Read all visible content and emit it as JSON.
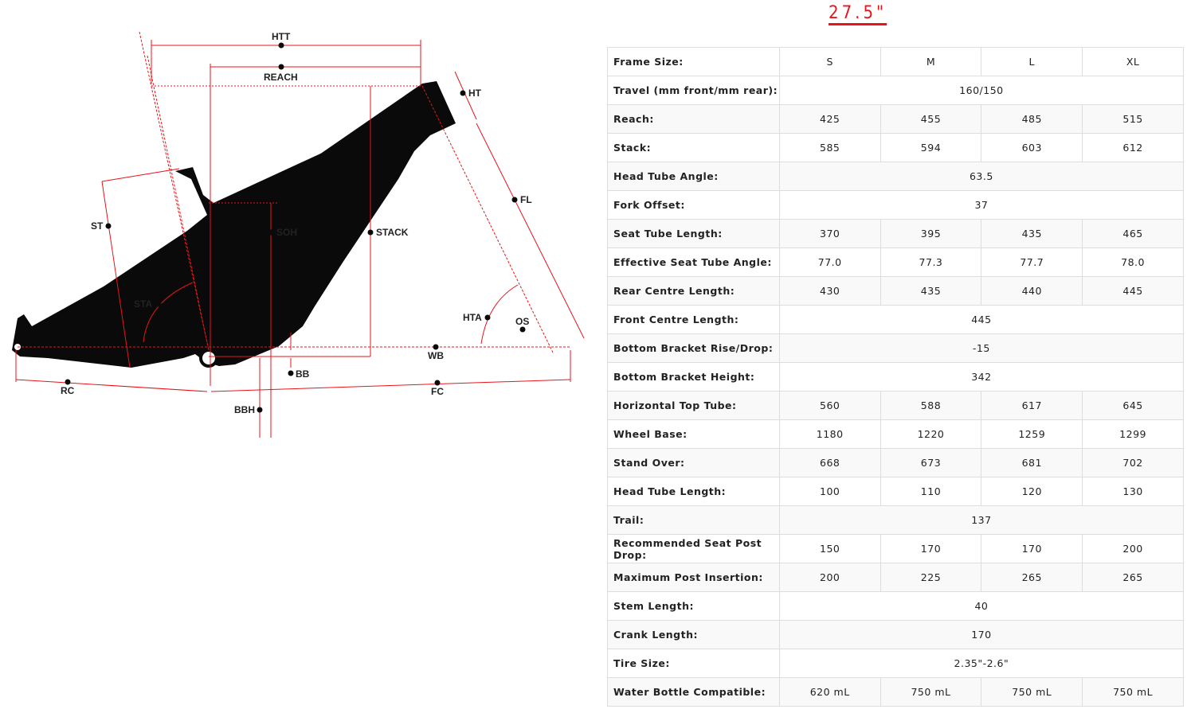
{
  "title": "27.5\"",
  "diagram_labels": {
    "htt": "HTT",
    "reach": "REACH",
    "ht": "HT",
    "fl": "FL",
    "st": "ST",
    "soh": "SOH",
    "stack": "STACK",
    "sta": "STA",
    "hta": "HTA",
    "os": "OS",
    "wb": "WB",
    "bb": "BB",
    "rc": "RC",
    "fc": "FC",
    "bbh": "BBH"
  },
  "table": {
    "rows": [
      {
        "label": "Frame Size:",
        "values": [
          "S",
          "M",
          "L",
          "XL"
        ]
      },
      {
        "label": "Travel (mm front/mm rear):",
        "value": "160/150"
      },
      {
        "label": "Reach:",
        "values": [
          "425",
          "455",
          "485",
          "515"
        ]
      },
      {
        "label": "Stack:",
        "values": [
          "585",
          "594",
          "603",
          "612"
        ]
      },
      {
        "label": "Head Tube Angle:",
        "value": "63.5"
      },
      {
        "label": "Fork Offset:",
        "value": "37"
      },
      {
        "label": "Seat Tube Length:",
        "values": [
          "370",
          "395",
          "435",
          "465"
        ]
      },
      {
        "label": "Effective Seat Tube Angle:",
        "values": [
          "77.0",
          "77.3",
          "77.7",
          "78.0"
        ]
      },
      {
        "label": "Rear Centre Length:",
        "values": [
          "430",
          "435",
          "440",
          "445"
        ]
      },
      {
        "label": "Front Centre Length:",
        "value": "445"
      },
      {
        "label": "Bottom Bracket Rise/Drop:",
        "value": "-15"
      },
      {
        "label": "Bottom Bracket Height:",
        "value": "342"
      },
      {
        "label": "Horizontal Top Tube:",
        "values": [
          "560",
          "588",
          "617",
          "645"
        ]
      },
      {
        "label": "Wheel Base:",
        "values": [
          "1180",
          "1220",
          "1259",
          "1299"
        ]
      },
      {
        "label": "Stand Over:",
        "values": [
          "668",
          "673",
          "681",
          "702"
        ]
      },
      {
        "label": "Head Tube Length:",
        "values": [
          "100",
          "110",
          "120",
          "130"
        ]
      },
      {
        "label": "Trail:",
        "value": "137"
      },
      {
        "label": "Recommended Seat Post Drop:",
        "values": [
          "150",
          "170",
          "170",
          "200"
        ]
      },
      {
        "label": "Maximum Post Insertion:",
        "values": [
          "200",
          "225",
          "265",
          "265"
        ]
      },
      {
        "label": "Stem Length:",
        "value": "40"
      },
      {
        "label": "Crank Length:",
        "value": "170"
      },
      {
        "label": "Tire Size:",
        "value": "2.35\"-2.6\""
      },
      {
        "label": "Water Bottle Compatible:",
        "values": [
          "620 mL",
          "750 mL",
          "750 mL",
          "750 mL"
        ]
      }
    ]
  }
}
